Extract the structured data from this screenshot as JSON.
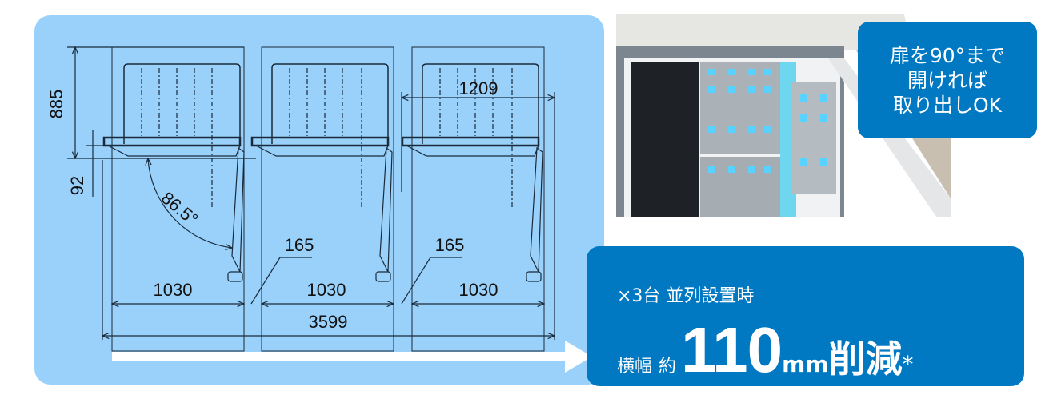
{
  "diagram": {
    "dimensions": {
      "height_total": "885",
      "height_lower": "92",
      "door_angle": "86.5°",
      "door_open_width": "1209",
      "gap_left": "165",
      "gap_right": "165",
      "unit_width_1": "1030",
      "unit_width_2": "1030",
      "unit_width_3": "1030",
      "total_width": "3599"
    },
    "colors": {
      "panel_bg": "#99d1fb",
      "line": "#1a2a3a",
      "arrow": "#ffffff"
    }
  },
  "photo": {
    "description": "freezer-with-door-open-racks"
  },
  "callout_top": {
    "lines": [
      "扉を90°まで",
      "開ければ",
      "取り出しOK"
    ],
    "bg_color": "#0078c2"
  },
  "callout_main": {
    "line1": "×3台 並列設置時",
    "prefix1": "横幅",
    "prefix2": "約",
    "number": "110",
    "unit": "mm",
    "suffix": "削減",
    "asterisk": "*",
    "bg_color": "#0078c2"
  }
}
